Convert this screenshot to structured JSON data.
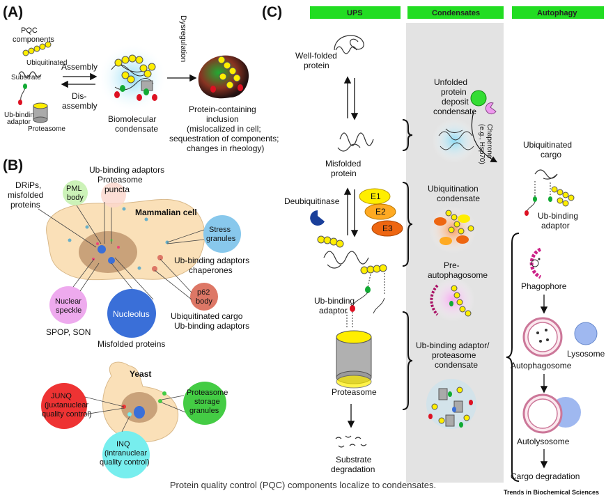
{
  "panel_a": {
    "label": "(A)",
    "pqc_components": [
      "PQC",
      "components"
    ],
    "ubiquitinated": "Ubiquitinated",
    "substrate": "Substrate",
    "ub_binding_adaptor": [
      "Ub-binding",
      "adaptor"
    ],
    "proteasome": "Proteasome",
    "assembly": "Assembly",
    "disassembly": [
      "Dis-",
      "assembly"
    ],
    "condensate": [
      "Biomolecular",
      "condensate"
    ],
    "dysregulation": "Dysregulation",
    "inclusion": [
      "Protein-containing",
      "inclusion",
      "(mislocalized in cell;",
      "sequestration of components;",
      "changes in rheology)"
    ]
  },
  "panel_b": {
    "label": "(B)",
    "drips": [
      "DRiPs,",
      "misfolded",
      "proteins"
    ],
    "pml": [
      "PML",
      "body"
    ],
    "ub_adaptors_top": "Ub-binding adaptors",
    "proteasome_puncta": [
      "Proteasome",
      "puncta"
    ],
    "mammalian_cell": "Mammalian cell",
    "stress_granules": [
      "Stress",
      "granules"
    ],
    "ub_adaptors_chaperones": [
      "Ub-binding adaptors",
      "chaperones"
    ],
    "nuclear_speckle": [
      "Nuclear",
      "speckle"
    ],
    "spop_son": "SPOP, SON",
    "nucleolus": "Nucleolus",
    "misfolded_proteins": "Misfolded proteins",
    "p62": [
      "p62",
      "body"
    ],
    "ubiq_cargo": [
      "Ubiquitinated cargo",
      "Ub-binding adaptors"
    ],
    "yeast": "Yeast",
    "junq": [
      "JUNQ",
      "(juxtanuclear",
      "quality control)"
    ],
    "psg": [
      "Proteasome",
      "storage",
      "granules"
    ],
    "inq": [
      "INQ",
      "(intranuclear",
      "quality control)"
    ]
  },
  "panel_c": {
    "label": "(C)",
    "headers": [
      "UPS",
      "Condensates",
      "Autophagy"
    ],
    "well_folded": [
      "Well-folded",
      "protein"
    ],
    "misfolded": [
      "Misfolded",
      "protein"
    ],
    "deubiquitinase": "Deubiquitinase",
    "e1": "E1",
    "e2": "E2",
    "e3": "E3",
    "ub_binding_adaptor": [
      "Ub-binding",
      "adaptor"
    ],
    "proteasome": "Proteasome",
    "substrate_degradation": [
      "Substrate",
      "degradation"
    ],
    "unfolded_deposit": [
      "Unfolded",
      "protein",
      "deposit",
      "condensate"
    ],
    "chaperone": [
      "Chaperone",
      "(e.g., Hsp70)"
    ],
    "ubiquitination_condensate": [
      "Ubiquitination",
      "condensate"
    ],
    "pre_autophagosome": [
      "Pre-",
      "autophagosome"
    ],
    "ub_adaptor_proteasome": [
      "Ub-binding adaptor/",
      "proteasome",
      "condensate"
    ],
    "ubiq_cargo": [
      "Ubiquitinated",
      "cargo"
    ],
    "ub_binding_adaptor_r": [
      "Ub-binding",
      "adaptor"
    ],
    "phagophore": "Phagophore",
    "autophagosome": "Autophagosome",
    "lysosome": "Lysosome",
    "autolysosome": "Autolysosome",
    "cargo_degradation": "Cargo degradation"
  },
  "caption": "Protein quality control (PQC) components localize to condensates.",
  "credit": "Trends in Biochemical Sciences",
  "colors": {
    "header_green": "#22dd22",
    "condensate_column": "#e3e3e3",
    "ub_yellow": "#ffee00",
    "adaptor_green": "#11aa33",
    "adaptor_red": "#dd1122",
    "nucleolus": "#3a6fd8",
    "stress_granule": "#88c8ec",
    "nuclear_speckle": "#eeaaee",
    "pml": "#ccf2b8",
    "p62": "#dd7766",
    "junq": "#ee3333",
    "psg": "#44cc44",
    "inq": "#77eeee",
    "cell_body": "#fae0b8",
    "lysosome": "#9fb8f0"
  }
}
